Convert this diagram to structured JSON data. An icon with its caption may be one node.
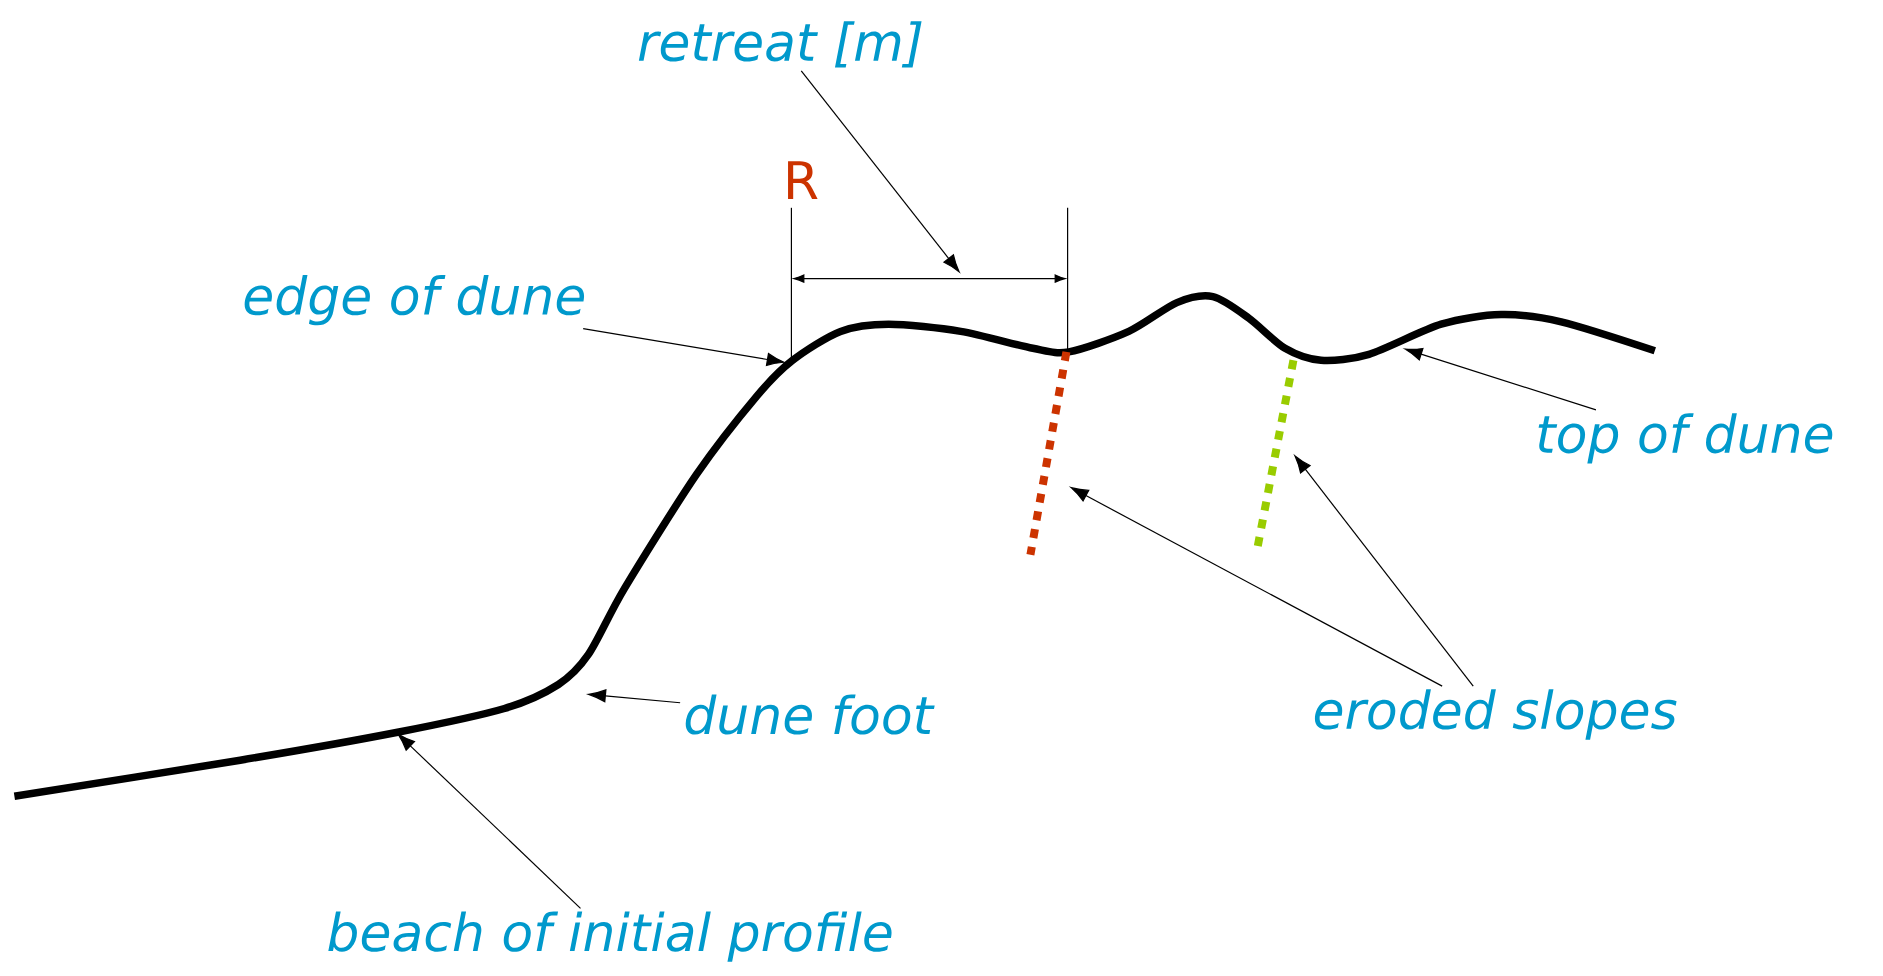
{
  "diagram": {
    "nodes": [
      {
        "text": [
          "retreat [m]"
        ]
      },
      {
        "text": [
          "edge of dune"
        ]
      },
      {
        "text": [
          "top of dune"
        ]
      },
      {
        "text": [
          "dune foot"
        ]
      },
      {
        "text": [
          "eroded slopes"
        ]
      },
      {
        "text": [
          "beach of initial profile"
        ]
      }
    ],
    "edges": [
      {
        "from": 0,
        "to": null,
        "arrow": "to"
      },
      {
        "from": 1,
        "to": null,
        "arrow": "to"
      },
      {
        "from": 2,
        "to": null,
        "arrow": "to"
      },
      {
        "from": 3,
        "to": null,
        "arrow": "to"
      },
      {
        "from": 4,
        "to": null,
        "arrow": "to"
      },
      {
        "from": 4,
        "to": null,
        "arrow": "to"
      },
      {
        "from": 5,
        "to": null,
        "arrow": "to"
      }
    ],
    "labels": [
      "R"
    ]
  }
}
